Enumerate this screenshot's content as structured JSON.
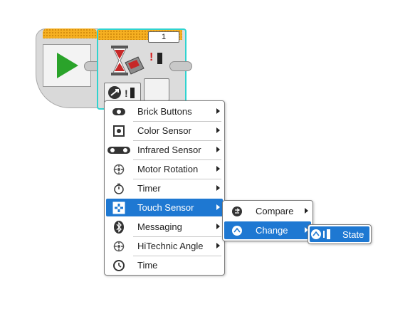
{
  "wait_block": {
    "port_label": "1"
  },
  "main_menu": {
    "items": [
      {
        "label": "Brick Buttons",
        "icon": "brick-buttons-icon",
        "has_submenu": true
      },
      {
        "label": "Color Sensor",
        "icon": "color-sensor-icon",
        "has_submenu": true
      },
      {
        "label": "Infrared Sensor",
        "icon": "infrared-sensor-icon",
        "has_submenu": true
      },
      {
        "label": "Motor Rotation",
        "icon": "motor-rotation-icon",
        "has_submenu": true
      },
      {
        "label": "Timer",
        "icon": "timer-icon",
        "has_submenu": true
      },
      {
        "label": "Touch Sensor",
        "icon": "touch-sensor-icon",
        "has_submenu": true,
        "selected": true
      },
      {
        "label": "Messaging",
        "icon": "bluetooth-icon",
        "has_submenu": true
      },
      {
        "label": "HiTechnic Angle",
        "icon": "hitechnic-angle-icon",
        "has_submenu": true
      },
      {
        "label": "Time",
        "icon": "clock-icon",
        "has_submenu": false
      }
    ]
  },
  "sub_menu": {
    "items": [
      {
        "label": "Compare",
        "icon": "compare-icon",
        "has_submenu": true
      },
      {
        "label": "Change",
        "icon": "change-icon",
        "has_submenu": true,
        "selected": true
      }
    ]
  },
  "sub_sub_menu": {
    "items": [
      {
        "label": "State",
        "icon": "state-icon",
        "selected": true
      }
    ]
  },
  "colors": {
    "selection": "#1e78d2",
    "block_top": "#f6b022",
    "selected_block_border": "#2fd3d0",
    "play_green": "#2aa32a"
  }
}
